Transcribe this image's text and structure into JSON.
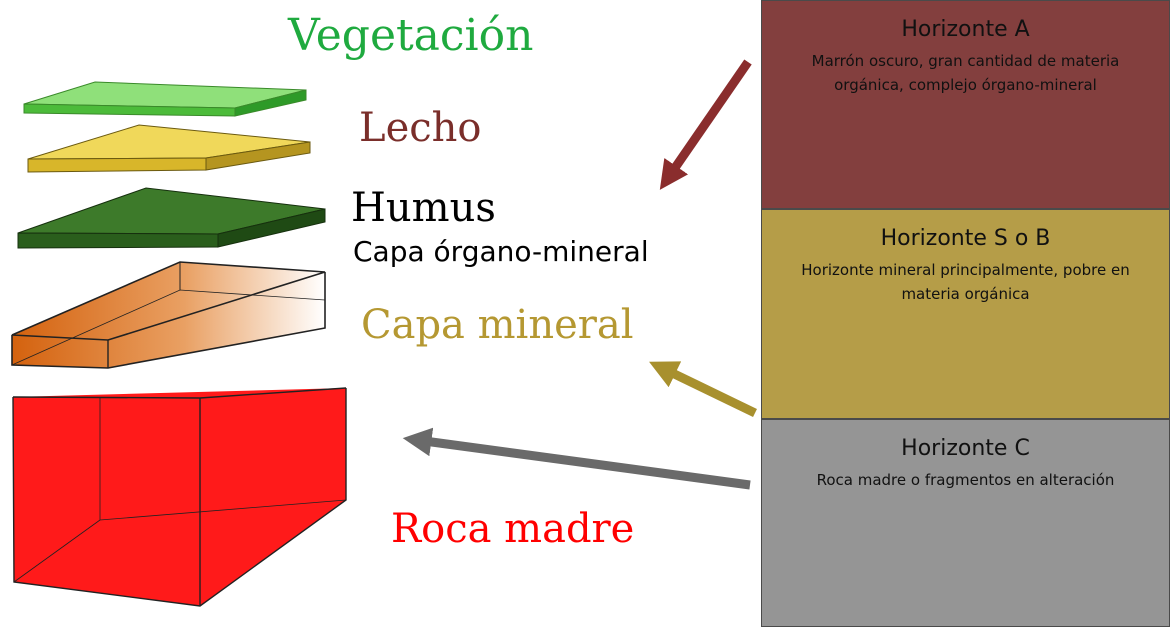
{
  "layers": {
    "vegetation": {
      "label": "Vegetación",
      "color": "#1faa3f"
    },
    "litter": {
      "label": "Lecho",
      "color": "#7a2e2a"
    },
    "humus": {
      "label": "Humus",
      "sublabel": "Capa órgano-mineral",
      "color": "#000000"
    },
    "mineral": {
      "label": "Capa mineral",
      "color": "#b59832"
    },
    "bedrock": {
      "label": "Roca madre",
      "color": "#ff0000"
    }
  },
  "horizons": [
    {
      "title": "Horizonte A",
      "description": "Marrón oscuro, gran cantidad de materia orgánica, complejo órgano-mineral",
      "color": "#833f3e"
    },
    {
      "title": "Horizonte S o B",
      "description": "Horizonte mineral principalmente, pobre en materia orgánica",
      "color": "#b59d48"
    },
    {
      "title": "Horizonte C",
      "description": "Roca madre o fragmentos en alteración",
      "color": "#959595"
    }
  ],
  "arrows": [
    {
      "from": "Horizonte A",
      "color": "#8a2d2d"
    },
    {
      "from": "Horizonte S o B",
      "color": "#a8902e"
    },
    {
      "from": "Horizonte C",
      "color": "#6a6a6a"
    }
  ]
}
